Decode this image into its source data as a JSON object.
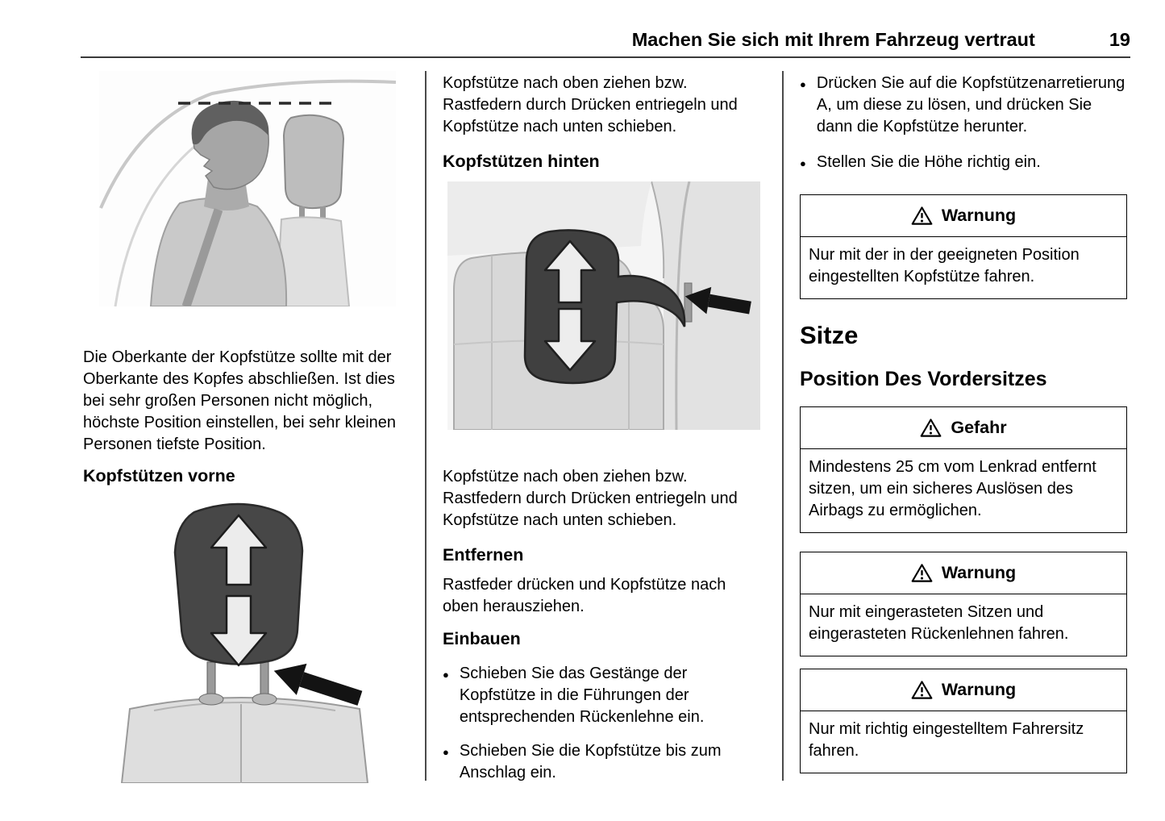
{
  "header": {
    "title": "Machen Sie sich mit Ihrem Fahrzeug vertraut",
    "page_number": "19"
  },
  "col1": {
    "para1": "Die Oberkante der Kopfstütze sollte mit der Oberkante des Kopfes abschließen. Ist dies bei sehr großen Personen nicht möglich, höchste Position einstellen, bei sehr kleinen Personen tiefste Position.",
    "heading_vorne": "Kopfstützen vorne"
  },
  "col2": {
    "para1": "Kopfstütze nach oben ziehen bzw. Rastfedern durch Drücken entriegeln und Kopfstütze nach unten schieben.",
    "heading_hinten": "Kopfstützen hinten",
    "para2": "Kopfstütze nach oben ziehen bzw. Rastfedern durch Drücken entriegeln und Kopfstütze nach unten schieben.",
    "heading_entfernen": "Entfernen",
    "para3": "Rastfeder drücken und Kopfstütze nach oben herausziehen.",
    "heading_einbauen": "Einbauen",
    "bullets": [
      "Schieben Sie das Gestänge der Kopfstütze in die Führungen der entsprechenden Rückenlehne ein.",
      "Schieben Sie die Kopfstütze bis zum Anschlag ein."
    ]
  },
  "col3": {
    "bullets": [
      "Drücken Sie auf die Kopfstützenarretierung A, um diese zu lösen, und drücken Sie dann die Kopfstütze herunter.",
      "Stellen Sie die Höhe richtig ein."
    ],
    "warning1": {
      "title": "Warnung",
      "body": "Nur mit der in der geeigneten Position eingestellten Kopfstütze fahren."
    },
    "heading_sitze": "Sitze",
    "heading_position": "Position Des Vordersitzes",
    "danger1": {
      "title": "Gefahr",
      "body": "Mindestens 25 cm vom Lenkrad entfernt sitzen, um ein sicheres Auslösen des Airbags zu ermöglichen."
    },
    "warning2": {
      "title": "Warnung",
      "body": "Nur mit eingerasteten Sitzen und eingerasteten Rückenlehnen fahren."
    },
    "warning3": {
      "title": "Warnung",
      "body": "Nur mit richtig eingestelltem Fahrersitz fahren."
    }
  },
  "bullet_glyph": "●"
}
